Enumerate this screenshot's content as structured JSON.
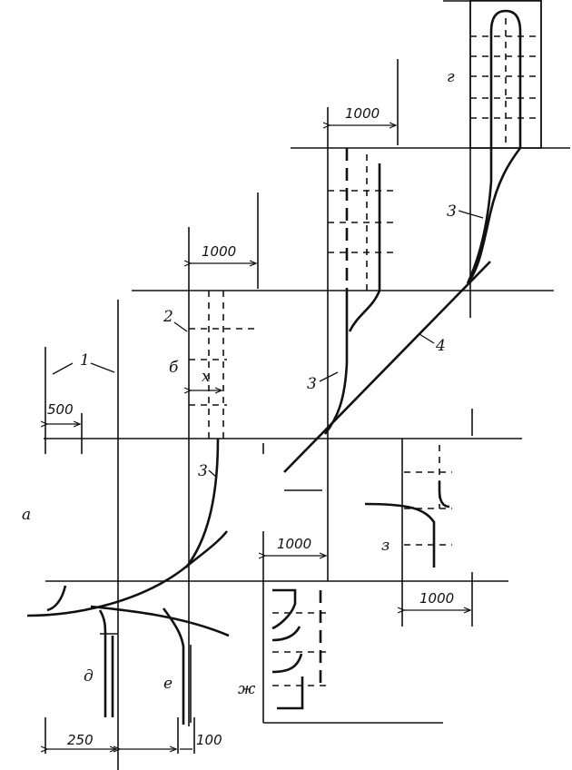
{
  "labels": {
    "a": "а",
    "b": "б",
    "g": "г",
    "d": "д",
    "e": "е",
    "zh": "ж",
    "z": "з",
    "x": "x",
    "n1": "1",
    "n2": "2",
    "n3a": "3",
    "n3b": "3",
    "n3c": "3",
    "n4": "4"
  },
  "dimensions": {
    "d500": "500",
    "d1000_top": "1000",
    "d1000_mid": "1000",
    "d1000_zh": "1000",
    "d1000_z": "1000",
    "d250": "250",
    "d100": "100"
  }
}
